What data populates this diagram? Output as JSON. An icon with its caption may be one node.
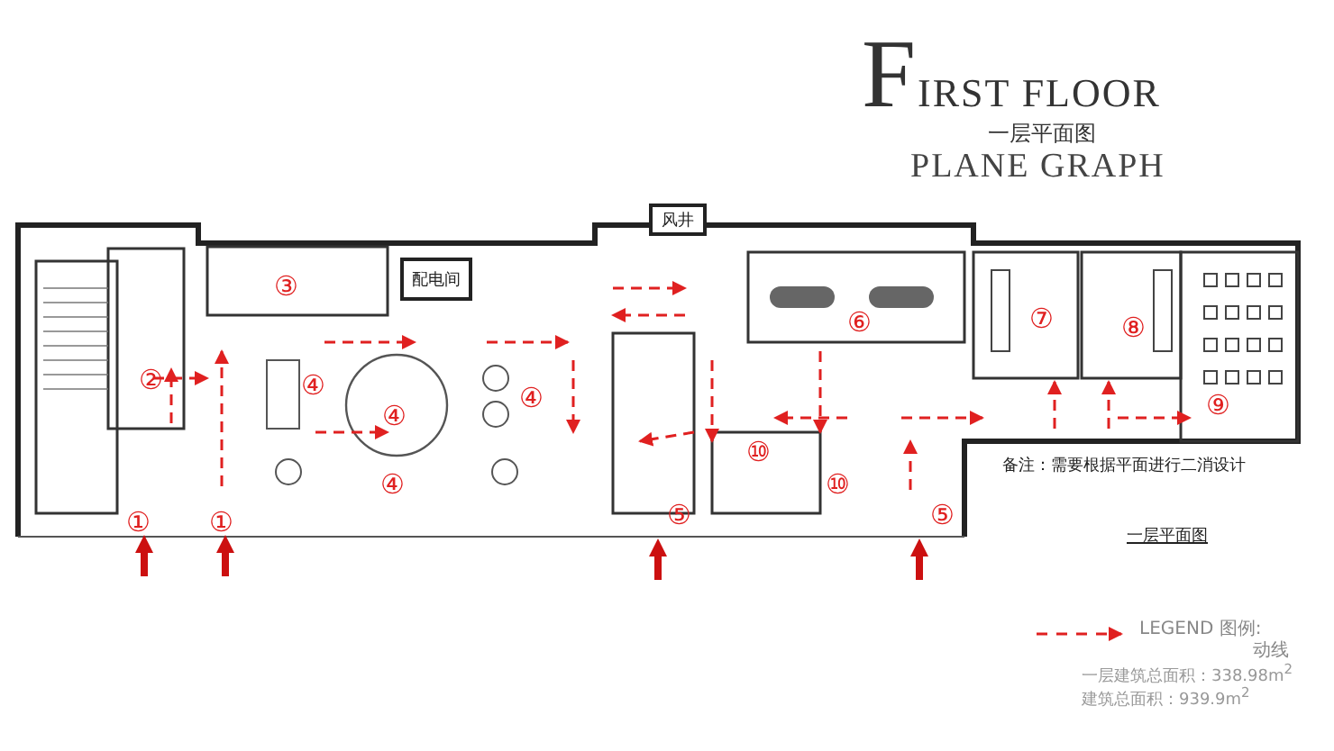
{
  "diagram": {
    "title": "FIRST FLOOR",
    "nodes": [
      {
        "text": [
          "风井"
        ]
      },
      {
        "text": [
          "配电间"
        ]
      }
    ],
    "labels": [
      "一层平面图",
      "PLANE GRAPH",
      "③",
      "⑥",
      "⑦",
      "⑧",
      "②",
      "④",
      "④",
      "⑨",
      "④",
      "⑩",
      "备注：需要根据平面进行二消设计",
      "④",
      "⑩",
      "①",
      "①",
      "一层平面图",
      "⑤",
      "⑤",
      "LEGEND 图例:",
      "一层建筑总面积：338.98m$^{2}$",
      "建筑总面积：939.9m$^{2}$"
    ],
    "legend": [
      {
        "text": "动线"
      }
    ]
  }
}
